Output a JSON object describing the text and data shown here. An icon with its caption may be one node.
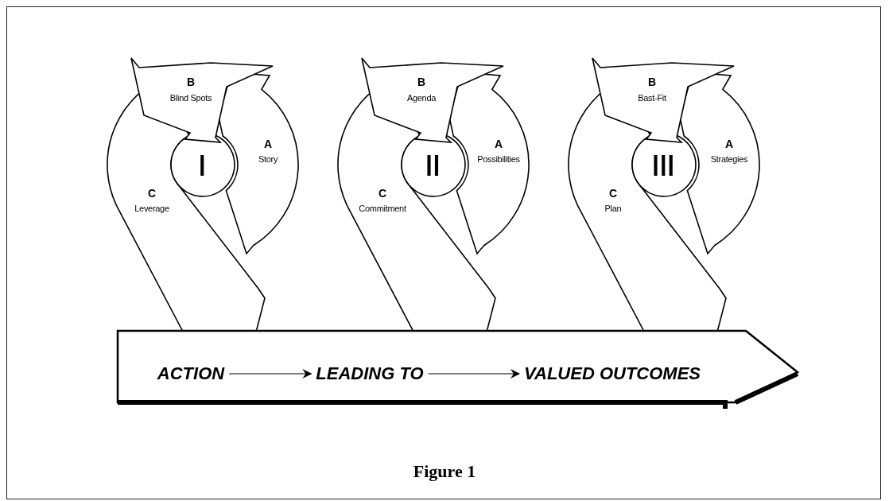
{
  "diagram": {
    "caption": "Figure 1",
    "nodes": [
      {
        "text": [
          "B",
          "Blind Spots"
        ]
      },
      {
        "text": [
          "I"
        ]
      },
      {
        "text": [
          "A",
          "Story"
        ]
      },
      {
        "text": [
          "C",
          "Leverage"
        ]
      },
      {
        "text": [
          "B",
          "Agenda"
        ]
      },
      {
        "text": [
          "II"
        ]
      },
      {
        "text": [
          "A",
          "Possibilities"
        ]
      },
      {
        "text": [
          "C",
          "Commitment"
        ]
      },
      {
        "text": [
          "B",
          "Bast-Fit"
        ]
      },
      {
        "text": [
          "III"
        ]
      },
      {
        "text": [
          "A",
          "Strategies"
        ]
      },
      {
        "text": [
          "C",
          "Plan"
        ]
      },
      {
        "text": [],
        "shape": "arrow"
      },
      {
        "text": [
          "ACTION"
        ],
        "in": 12
      },
      {
        "text": [
          "LEADING TO"
        ],
        "in": 12
      },
      {
        "text": [
          "VALUED OUTCOMES"
        ],
        "in": 12
      }
    ],
    "edges": [
      {
        "from": 13,
        "to": 14,
        "arrow": "to"
      },
      {
        "from": 14,
        "to": 15,
        "arrow": "to"
      }
    ]
  }
}
